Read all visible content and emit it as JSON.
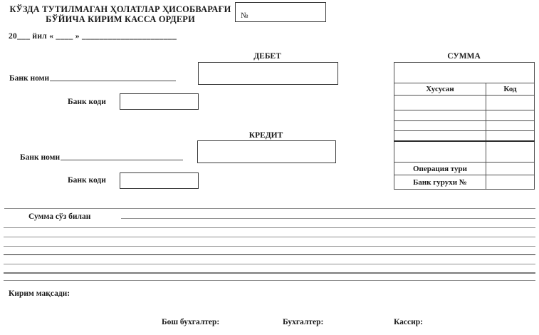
{
  "header": {
    "title_line1": "КЎЗДА ТУТИЛМАГАН ҲОЛАТЛАР ҲИСОБВАРАҒИ",
    "title_line2": "БЎЙИЧА КИРИМ КАССА ОРДЕРИ",
    "number_label": "№",
    "date_line": "20___ йил « ____ »  ______________________"
  },
  "debit": {
    "section_label": "ДЕБЕТ",
    "bank_name_label": "Банк номи",
    "bank_code_label": "Банк коди"
  },
  "credit": {
    "section_label": "КРЕДИТ",
    "bank_name_label": "Банк номи",
    "bank_code_label": "Банк коди"
  },
  "summa": {
    "title": "СУММА",
    "columns": {
      "particulars": "Хусусан",
      "code": "Код"
    },
    "operation_type_label": "Операция тури",
    "bank_group_label": "Банк гурухи №"
  },
  "body": {
    "amount_in_words_label": "Сумма сўз билан",
    "purpose_label": "Кирим мақсади:"
  },
  "signatures": {
    "chief_accountant": "Бош бухгалтер:",
    "accountant": "Бухгалтер:",
    "cashier": "Кассир:"
  },
  "colors": {
    "paper": "#ffffff",
    "ink": "#1a1a1a",
    "border": "#3a3a3a",
    "ruled_line_gray": "#8f8f8f",
    "ruled_line_black": "#222222"
  }
}
